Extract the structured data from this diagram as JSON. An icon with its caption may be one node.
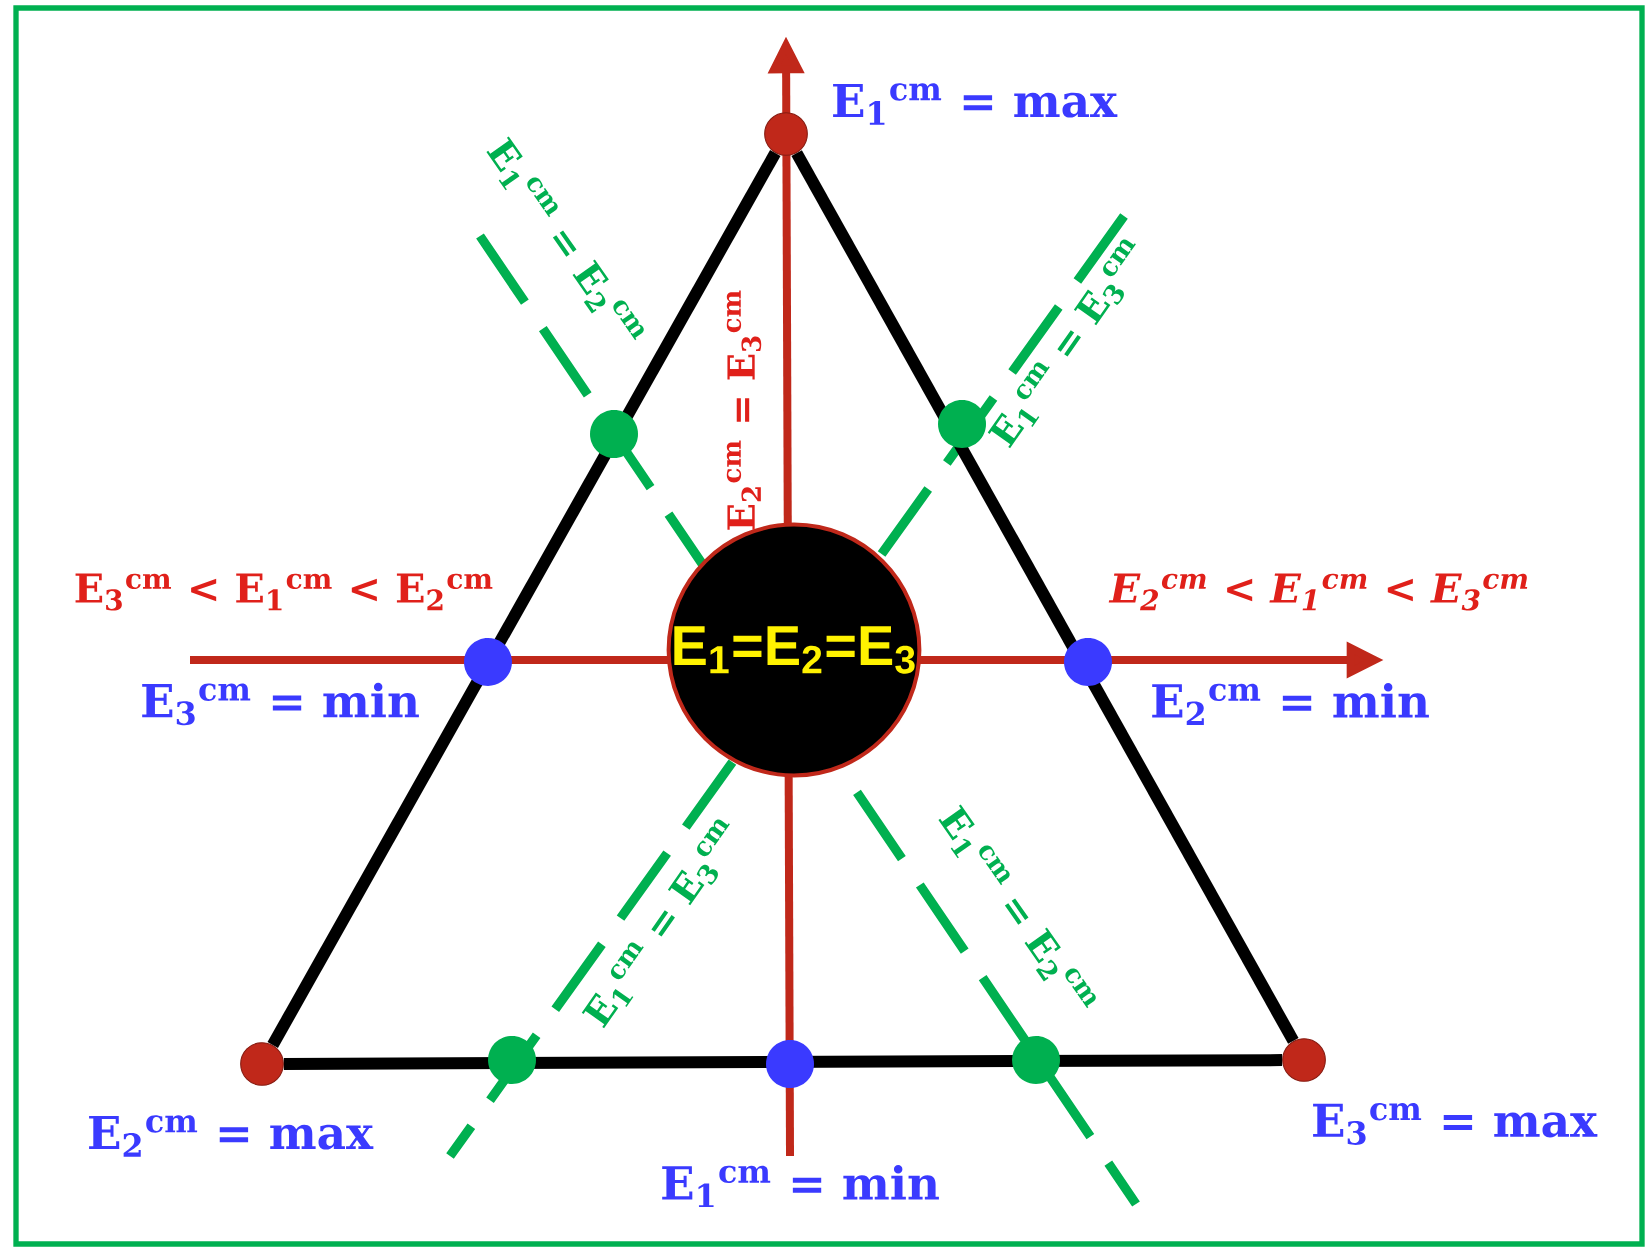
{
  "diagram": {
    "nodes": [
      {
        "text": [
          "E$_{1}$=E$_{2}$=E$_{3}$"
        ]
      },
      {
        "text": [],
        "shape": "circle",
        "beside": [
          "E$_{1}$$^{cm}$ = max"
        ]
      },
      {
        "text": [],
        "shape": "circle",
        "beside": [
          "E$_{2}$$^{cm}$ = max"
        ]
      },
      {
        "text": [],
        "shape": "circle",
        "beside": [
          "E$_{3}$$^{cm}$ = max"
        ]
      }
    ],
    "edges": [
      {
        "from": 1,
        "to": 2,
        "arrow": "none"
      },
      {
        "from": 2,
        "to": 3,
        "arrow": "none"
      },
      {
        "from": 3,
        "to": 1,
        "arrow": "none"
      }
    ],
    "labels": [
      "E$_{1}$$^{cm}$ = E$_{2}$$^{cm}$",
      "E$_{2}$$^{cm}$ = E$_{3}$$^{cm}$",
      "E$_{1}$$^{cm}$ = E$_{3}$$^{cm}$",
      "E$_{3}$$^{cm}$ < E$_{1}$$^{cm}$ < E$_{2}$$^{cm}$",
      "E$_{2}$$^{cm}$ < E$_{1}$$^{cm}$ < E$_{3}$$^{cm}$",
      "E$_{3}$$^{cm}$ = min",
      "E$_{2}$$^{cm}$ = min",
      "E$_{1}$$^{cm}$ = E$_{3}$$^{cm}$",
      "E$_{1}$$^{cm}$ = E$_{2}$$^{cm}$",
      "E$_{1}$$^{cm}$ = min"
    ]
  }
}
